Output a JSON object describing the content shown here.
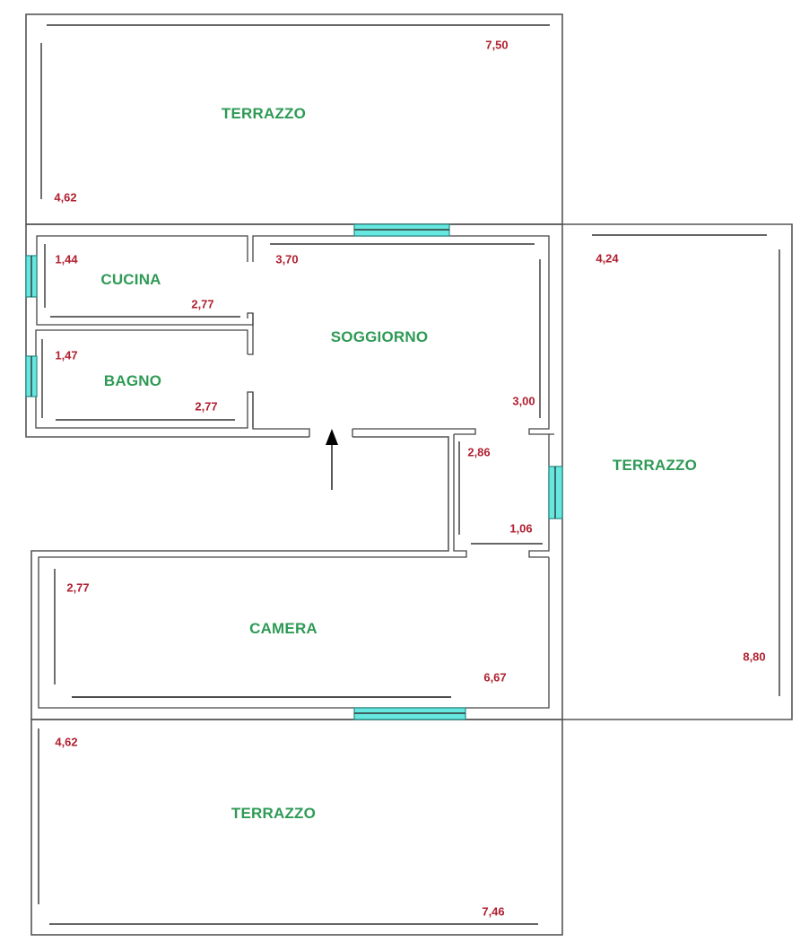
{
  "colors": {
    "room_label": "#2e9a55",
    "dimension": "#b02030",
    "wall": "#555555",
    "window": "#66e8e0"
  },
  "rooms": {
    "terrazzo_top": {
      "name": "TERRAZZO",
      "width": "7,50",
      "depth": "4,62"
    },
    "cucina": {
      "name": "CUCINA",
      "depth": "1,44",
      "width": "2,77"
    },
    "bagno": {
      "name": "BAGNO",
      "depth": "1,47",
      "width": "2,77"
    },
    "soggiorno": {
      "name": "SOGGIORNO",
      "width": "3,70",
      "depth": "3,00"
    },
    "disimpegno": {
      "depth": "2,86",
      "width": "1,06"
    },
    "terrazzo_right": {
      "name": "TERRAZZO",
      "width": "4,24",
      "depth": "8,80"
    },
    "camera": {
      "name": "CAMERA",
      "depth": "2,77",
      "width": "6,67"
    },
    "terrazzo_bottom": {
      "name": "TERRAZZO",
      "depth": "4,62",
      "width": "7,46"
    }
  },
  "entrance": {
    "icon": "arrow-up-icon"
  }
}
